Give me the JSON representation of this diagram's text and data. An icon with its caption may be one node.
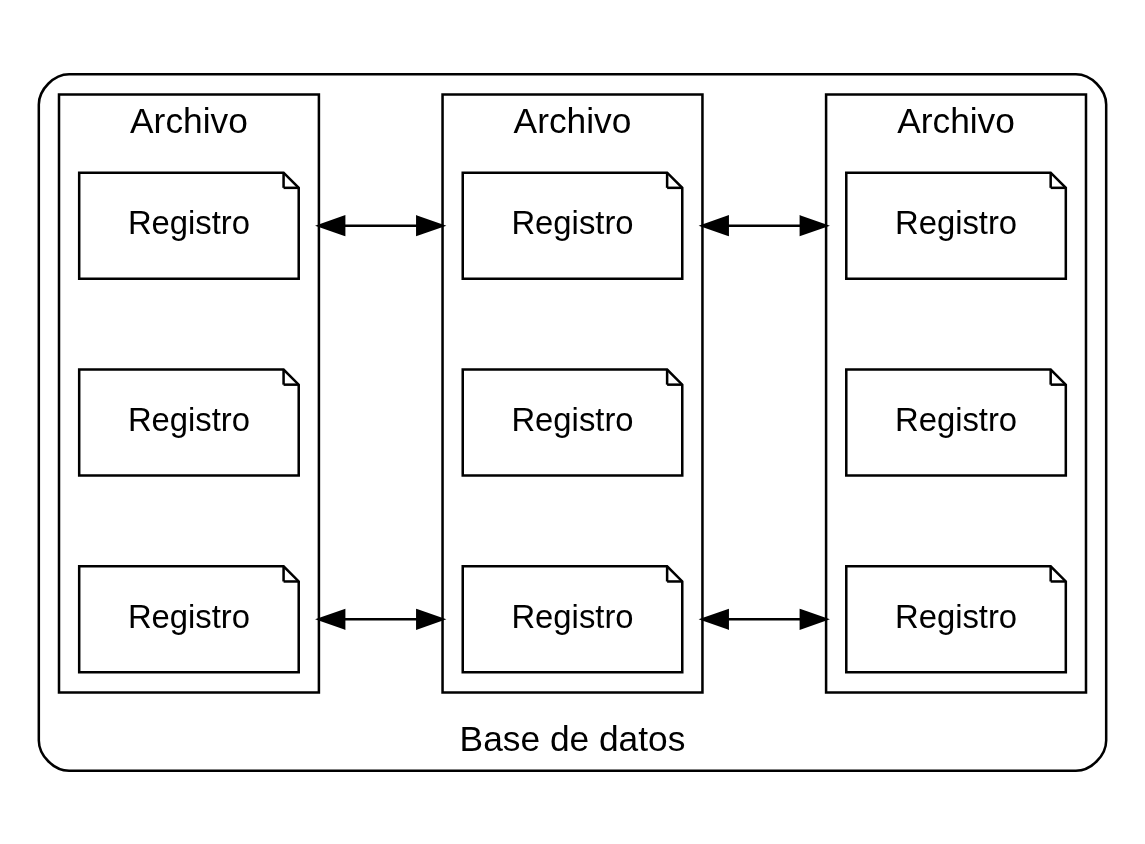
{
  "diagram": {
    "nodes": [
      {
        "text": [
          "Base de datos"
        ]
      },
      {
        "text": [
          "Archivo"
        ],
        "in": 0
      },
      {
        "text": [
          "Registro"
        ],
        "in": 1
      },
      {
        "text": [
          "Registro"
        ],
        "in": 1
      },
      {
        "text": [
          "Registro"
        ],
        "in": 1
      },
      {
        "text": [
          "Archivo"
        ],
        "in": 0
      },
      {
        "text": [
          "Registro"
        ],
        "in": 5
      },
      {
        "text": [
          "Registro"
        ],
        "in": 5
      },
      {
        "text": [
          "Registro"
        ],
        "in": 5
      },
      {
        "text": [
          "Archivo"
        ],
        "in": 0
      },
      {
        "text": [
          "Registro"
        ],
        "in": 9
      },
      {
        "text": [
          "Registro"
        ],
        "in": 9
      },
      {
        "text": [
          "Registro"
        ],
        "in": 9
      }
    ],
    "edges": [
      {
        "from": 1,
        "to": 5,
        "arrow": "both"
      },
      {
        "from": 5,
        "to": 9,
        "arrow": "both"
      },
      {
        "from": 1,
        "to": 5,
        "arrow": "both"
      },
      {
        "from": 5,
        "to": 9,
        "arrow": "both"
      }
    ]
  }
}
